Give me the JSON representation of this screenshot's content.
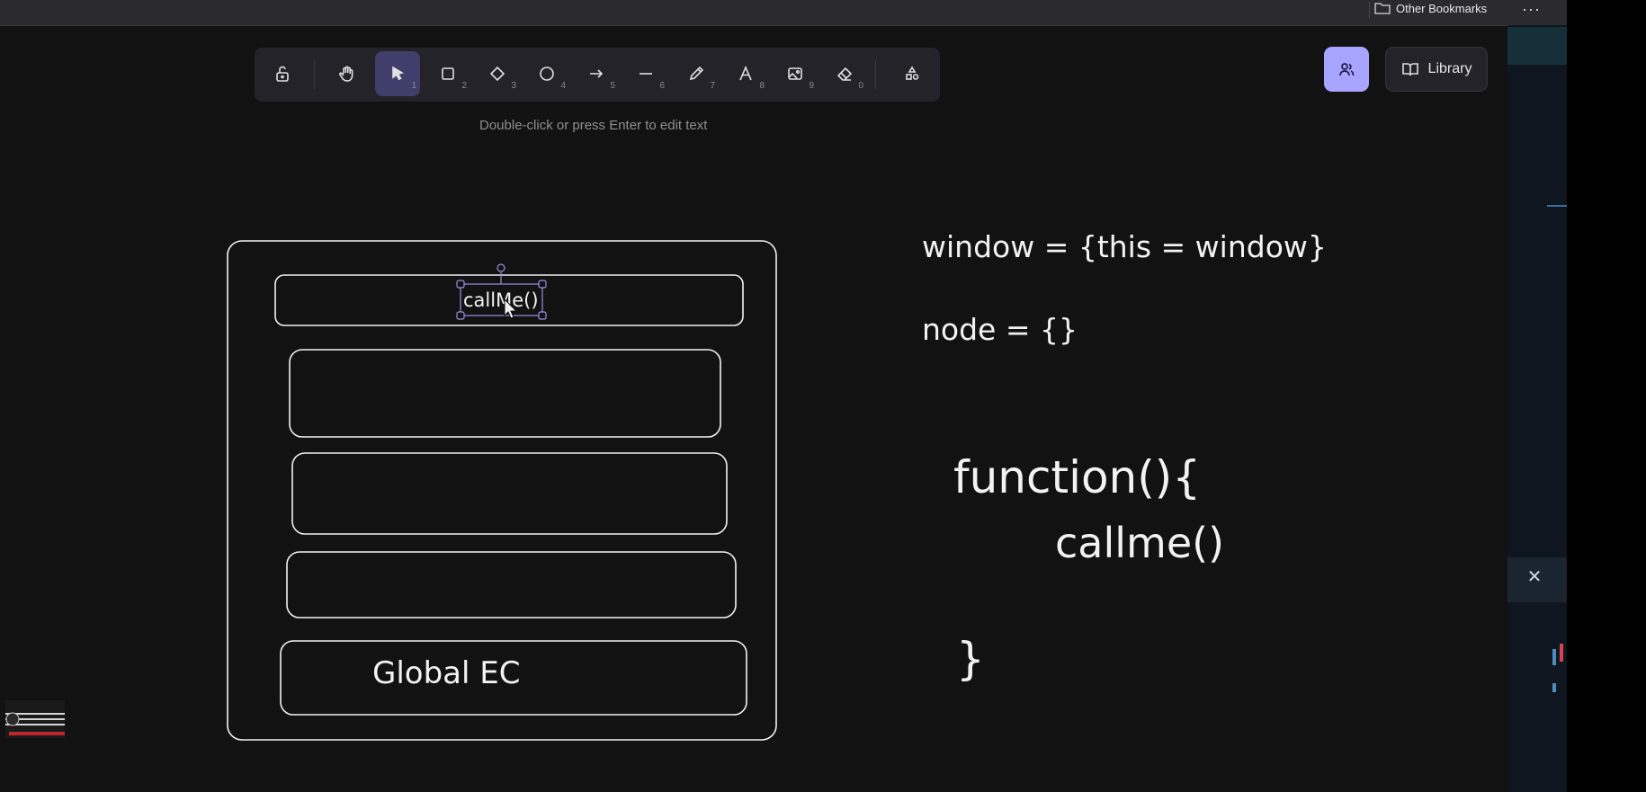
{
  "browser": {
    "bookmark_folder": "Other Bookmarks",
    "more_menu": "···"
  },
  "toolbar": {
    "tools": [
      {
        "name": "lock-tool",
        "icon": "lock-icon",
        "shortcut": ""
      },
      {
        "name": "hand-tool",
        "icon": "hand-icon",
        "shortcut": ""
      },
      {
        "name": "selection-tool",
        "icon": "pointer-icon",
        "shortcut": "1",
        "active": true
      },
      {
        "name": "rectangle-tool",
        "icon": "rectangle-icon",
        "shortcut": "2"
      },
      {
        "name": "diamond-tool",
        "icon": "diamond-icon",
        "shortcut": "3"
      },
      {
        "name": "ellipse-tool",
        "icon": "circle-icon",
        "shortcut": "4"
      },
      {
        "name": "arrow-tool",
        "icon": "arrow-icon",
        "shortcut": "5"
      },
      {
        "name": "line-tool",
        "icon": "line-icon",
        "shortcut": "6"
      },
      {
        "name": "draw-tool",
        "icon": "pencil-icon",
        "shortcut": "7"
      },
      {
        "name": "text-tool",
        "icon": "text-icon",
        "shortcut": "8"
      },
      {
        "name": "image-tool",
        "icon": "image-icon",
        "shortcut": "9"
      },
      {
        "name": "eraser-tool",
        "icon": "eraser-icon",
        "shortcut": "0"
      },
      {
        "name": "more-shapes-tool",
        "icon": "shapes-icon",
        "shortcut": ""
      }
    ],
    "hint": "Double-click or press Enter to edit text"
  },
  "header_right": {
    "collab_icon": "users-icon",
    "library_label": "Library",
    "library_icon": "book-icon"
  },
  "canvas": {
    "stack_top_text": "callMe()",
    "stack_bottom_text": "Global EC",
    "notes": {
      "line1": "window = {this = window}",
      "line2": "node = {}",
      "func_open": "function(){",
      "func_body": "callme()",
      "func_close": "}"
    }
  },
  "colors": {
    "background": "#121212",
    "toolbar_bg": "#232329",
    "active_tool": "#403e6a",
    "accent": "#a8a5ff",
    "stroke": "#f2f2f2",
    "selection": "#9b8fe6"
  }
}
